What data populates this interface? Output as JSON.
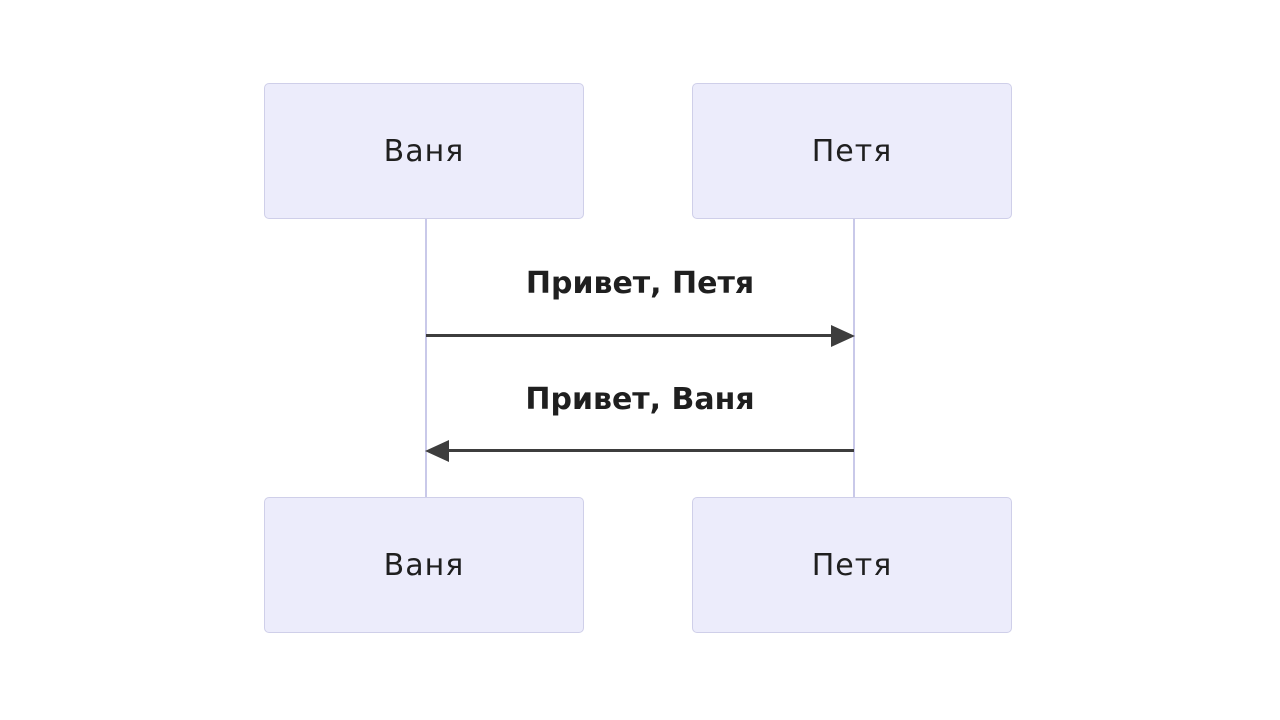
{
  "diagram": {
    "type": "sequence",
    "actors": [
      {
        "name": "Ваня"
      },
      {
        "name": "Петя"
      }
    ],
    "messages": [
      {
        "from": "Ваня",
        "to": "Петя",
        "label": "Привет, Петя",
        "direction": "right",
        "line": "solid",
        "arrowhead": "filled"
      },
      {
        "from": "Петя",
        "to": "Ваня",
        "label": "Привет, Ваня",
        "direction": "left",
        "line": "solid",
        "arrowhead": "filled"
      }
    ],
    "colors": {
      "background": "#ffffff",
      "actor_fill": "#ececfb",
      "actor_border": "#cfcfe9",
      "lifeline": "#c9c9e9",
      "arrow": "#3d3d3d",
      "text": "#1f1f1f"
    }
  }
}
